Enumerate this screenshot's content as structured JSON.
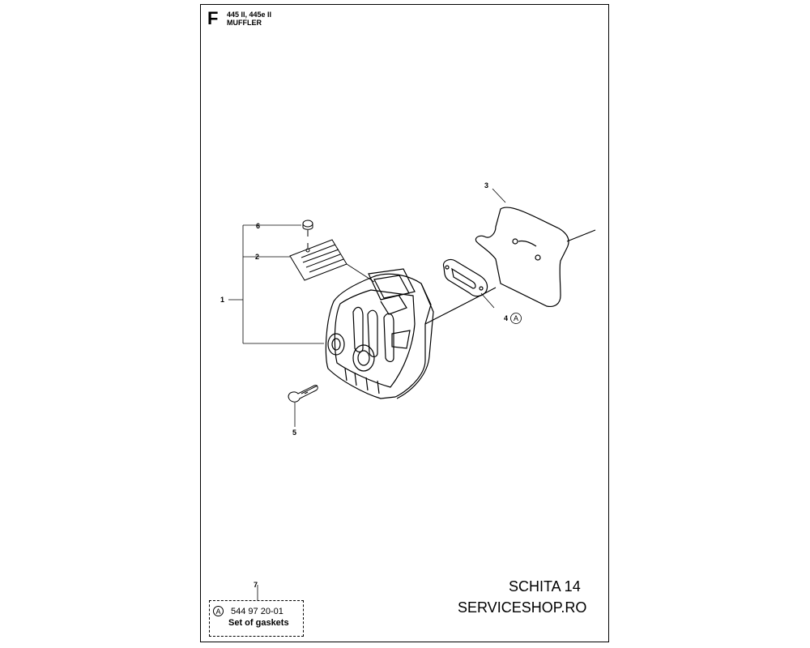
{
  "header": {
    "letter": "F",
    "models": "445 II, 445e II",
    "section": "MUFFLER"
  },
  "callouts": {
    "c1": "1",
    "c2": "2",
    "c3": "3",
    "c4": "4",
    "c4_ref": "A",
    "c5": "5",
    "c6": "6"
  },
  "kit": {
    "number": "7",
    "ref": "A",
    "part_number": "544 97 20-01",
    "description": "Set of gaskets"
  },
  "footer": {
    "schita": "SCHITA 14",
    "shop": "SERVICESHOP.RO"
  }
}
